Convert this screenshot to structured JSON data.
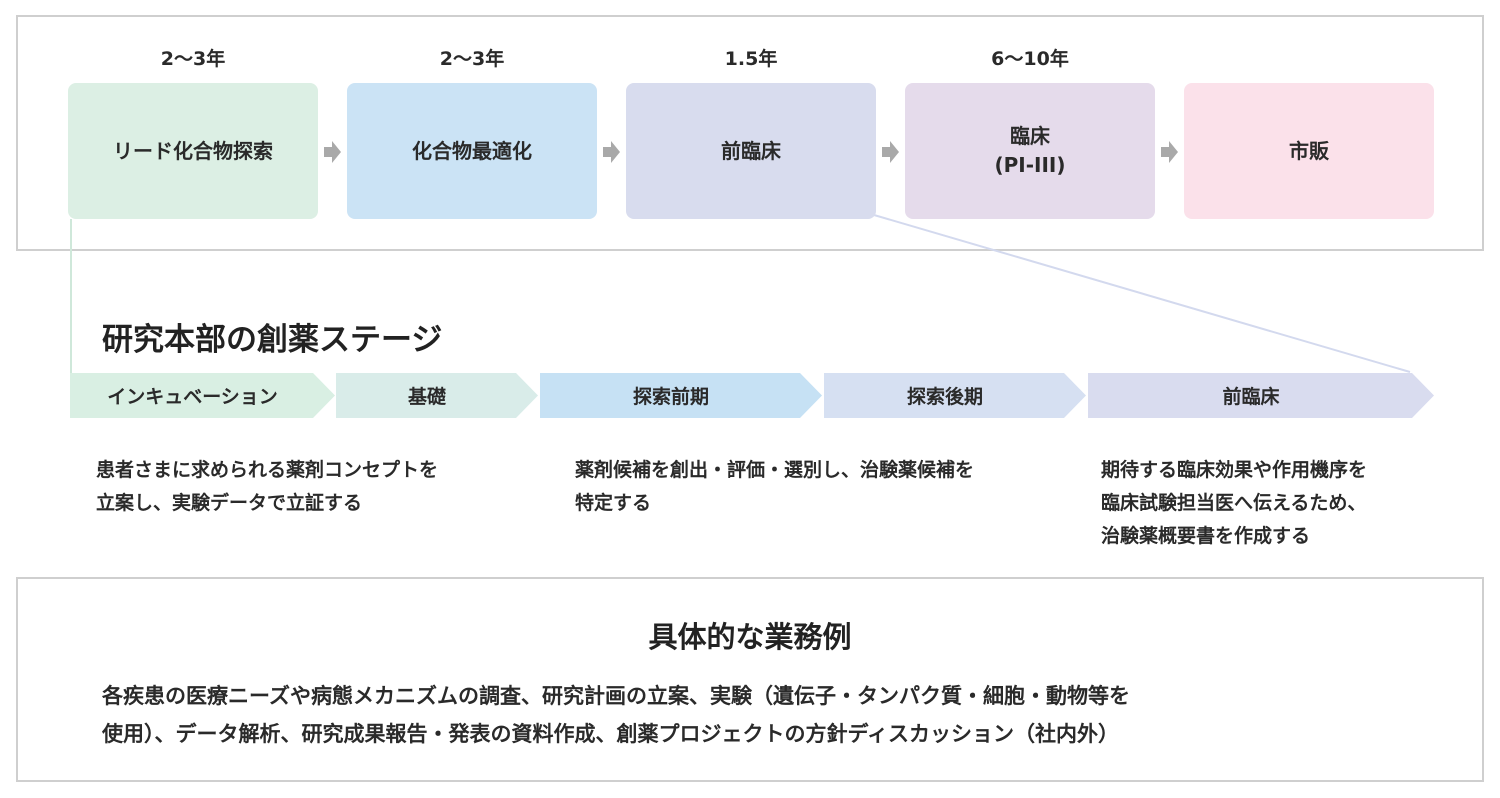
{
  "colors": {
    "lead": "#dcefe4",
    "optimize": "#cbe3f5",
    "preclinical": "#d8dcee",
    "clinical": "#e5dbeb",
    "market": "#fbe1ea",
    "incubation": "#d9efe3",
    "basic": "#d9ece9",
    "explore_early": "#c6e1f4",
    "explore_late": "#d6e0f2",
    "preclinical_stage": "#d9dcef",
    "arrow": "#a9a9a9",
    "frame": "#cfcfcf"
  },
  "timeline": [
    {
      "duration": "2〜3年",
      "label": "リード化合物探索"
    },
    {
      "duration": "2〜3年",
      "label": "化合物最適化"
    },
    {
      "duration": "1.5年",
      "label": "前臨床"
    },
    {
      "duration": "6〜10年",
      "label": "臨床",
      "label2": "(PI-III)"
    },
    {
      "duration": "",
      "label": "市販"
    }
  ],
  "stage_title": "研究本部の創薬ステージ",
  "stages": [
    {
      "label": "インキュベーション"
    },
    {
      "label": "基礎"
    },
    {
      "label": "探索前期"
    },
    {
      "label": "探索後期"
    },
    {
      "label": "前臨床"
    }
  ],
  "descriptions": [
    {
      "lines": [
        "患者さまに求められる薬剤コンセプトを",
        "立案し、実験データで立証する"
      ]
    },
    {
      "lines": [
        "薬剤候補を創出・評価・選別し、治験薬候補を",
        "特定する"
      ]
    },
    {
      "lines": [
        "期待する臨床効果や作用機序を",
        "臨床試験担当医へ伝えるため、",
        "治験薬概要書を作成する"
      ]
    }
  ],
  "examples": {
    "title": "具体的な業務例",
    "lines": [
      "各疾患の医療ニーズや病態メカニズムの調査、研究計画の立案、実験（遺伝子・タンパク質・細胞・動物等を",
      "使用）、データ解析、研究成果報告・発表の資料作成、創薬プロジェクトの方針ディスカッション（社内外）"
    ]
  }
}
